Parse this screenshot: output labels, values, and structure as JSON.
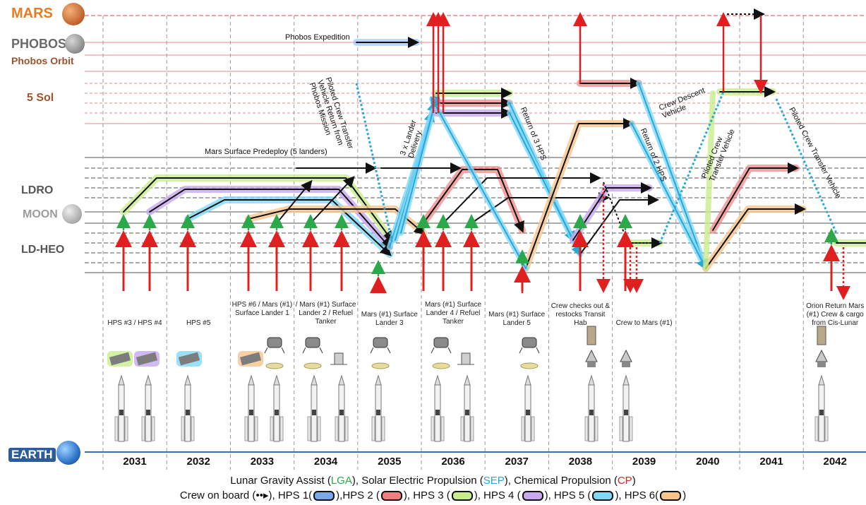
{
  "labels": {
    "mars": "MARS",
    "phobos": "PHOBOS",
    "phobos_orbit": "Phobos Orbit",
    "five_sol": "5 Sol",
    "ldro": "LDRO",
    "moon": "MOON",
    "ld_heo": "LD-HEO",
    "earth": "EARTH"
  },
  "years": [
    "2031",
    "2032",
    "2033",
    "2034",
    "2035",
    "2036",
    "2037",
    "2038",
    "2039",
    "2040",
    "2041",
    "2042"
  ],
  "missions": [
    {
      "year": "2031",
      "text": "HPS #3 / HPS #4"
    },
    {
      "year": "2032",
      "text": "HPS #5"
    },
    {
      "year": "2033",
      "text": "HPS #6 / Mars (#1) Surface Lander 1"
    },
    {
      "year": "2034",
      "text": "/ Mars (#1) Surface Lander 2 / Refuel Tanker"
    },
    {
      "year": "2035",
      "text": "Mars (#1) Surface Lander 3"
    },
    {
      "year": "2036",
      "text": "Mars (#1) Surface Lander 4 / Refuel Tanker"
    },
    {
      "year": "2037",
      "text": "Mars (#1) Surface Lander 5"
    },
    {
      "year": "2038",
      "text": "Crew checks out & restocks Transit Hab"
    },
    {
      "year": "2039",
      "text": "Crew to Mars (#1)"
    },
    {
      "year": "2042",
      "text": "Orion Return Mars (#1) Crew & cargo from Cis-Lunar"
    }
  ],
  "annotations": {
    "phobos_expedition": "Phobos Expedition",
    "surface_predeploy": "Mars Surface Predeploy (5 landers)",
    "piloted_return": "Piloted Crew Transfer Vehicle Return from Phobos Mission",
    "lander_delivery": "3 x Lander Delivery",
    "return_3_hps": "Return of 3 HPS",
    "return_2_hps": "Return of 2 HPS",
    "crew_descent": "Crew Descent Vehicle",
    "piloted_transfer_1": "Piloted Crew Transfer Vehicle",
    "piloted_transfer_2": "Piloted Crew Transfer Vehicle"
  },
  "legend": {
    "line1_a": "Lunar Gravity Assist (",
    "lga": "LGA",
    "line1_b": "), Solar Electric Propulsion (",
    "sep": "SEP",
    "line1_c": "), Chemical Propulsion (",
    "cp": "CP",
    "line1_d": ")",
    "line2_a": "Crew on board (",
    "crew_marker": "••▸",
    "hps1": "), HPS 1(",
    "hps2": "),HPS 2 (",
    "hps3": "), HPS 3 (",
    "hps4": "), HPS 4 (",
    "hps5": "), HPS 5 (",
    "hps6": "), HPS 6(",
    "line2_end": ")"
  },
  "colors": {
    "hps1": "#7aa8e8",
    "hps2": "#f08080",
    "hps3": "#c8ec8c",
    "hps4": "#c8a8ee",
    "hps5": "#7fd8f6",
    "hps6": "#f8c48c",
    "cp": "#e02020",
    "lga": "#2aa84a",
    "sep": "#2aa7d9"
  }
}
